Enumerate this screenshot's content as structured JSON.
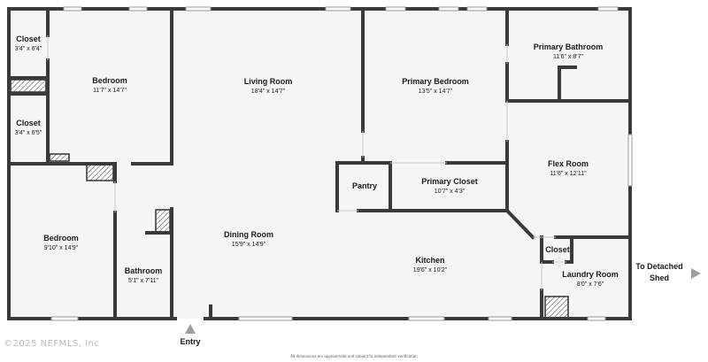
{
  "rooms": {
    "closet_1": {
      "name": "Closet",
      "dims": "3'4\" x 6'4\""
    },
    "bedroom_1": {
      "name": "Bedroom",
      "dims": "11'7\" x 14'7\""
    },
    "closet_2": {
      "name": "Closet",
      "dims": "3'4\" x 6'5\""
    },
    "living_room": {
      "name": "Living Room",
      "dims": "18'4\" x 14'7\""
    },
    "primary_bedroom": {
      "name": "Primary Bedroom",
      "dims": "13'5\" x 14'7\""
    },
    "primary_bathroom": {
      "name": "Primary Bathroom",
      "dims": "11'6\" x 8'7\""
    },
    "pantry": {
      "name": "Pantry"
    },
    "primary_closet": {
      "name": "Primary Closet",
      "dims": "10'7\" x 4'3\""
    },
    "flex_room": {
      "name": "Flex Room",
      "dims": "11'6\" x 12'11\""
    },
    "bedroom_2": {
      "name": "Bedroom",
      "dims": "9'10\" x 14'9\""
    },
    "dining_room": {
      "name": "Dining Room",
      "dims": "15'9\" x 14'9\""
    },
    "bathroom": {
      "name": "Bathroom",
      "dims": "5'1\" x 7'11\""
    },
    "kitchen": {
      "name": "Kitchen",
      "dims": "19'6\" x 10'2\""
    },
    "closet_3": {
      "name": "Closet"
    },
    "laundry_room": {
      "name": "Laundry Room",
      "dims": "8'0\" x 7'6\""
    }
  },
  "labels": {
    "entry": "Entry",
    "detached_line1": "To Detached",
    "detached_line2": "Shed",
    "copyright": "©2025 NEFMLS, Inc",
    "disclaimer": "All dimensions are approximate and subject to independent verification"
  },
  "colors": {
    "wall": "#3a3a3a",
    "floor": "#f5f5f5",
    "arrow": "#9e9e9e"
  }
}
